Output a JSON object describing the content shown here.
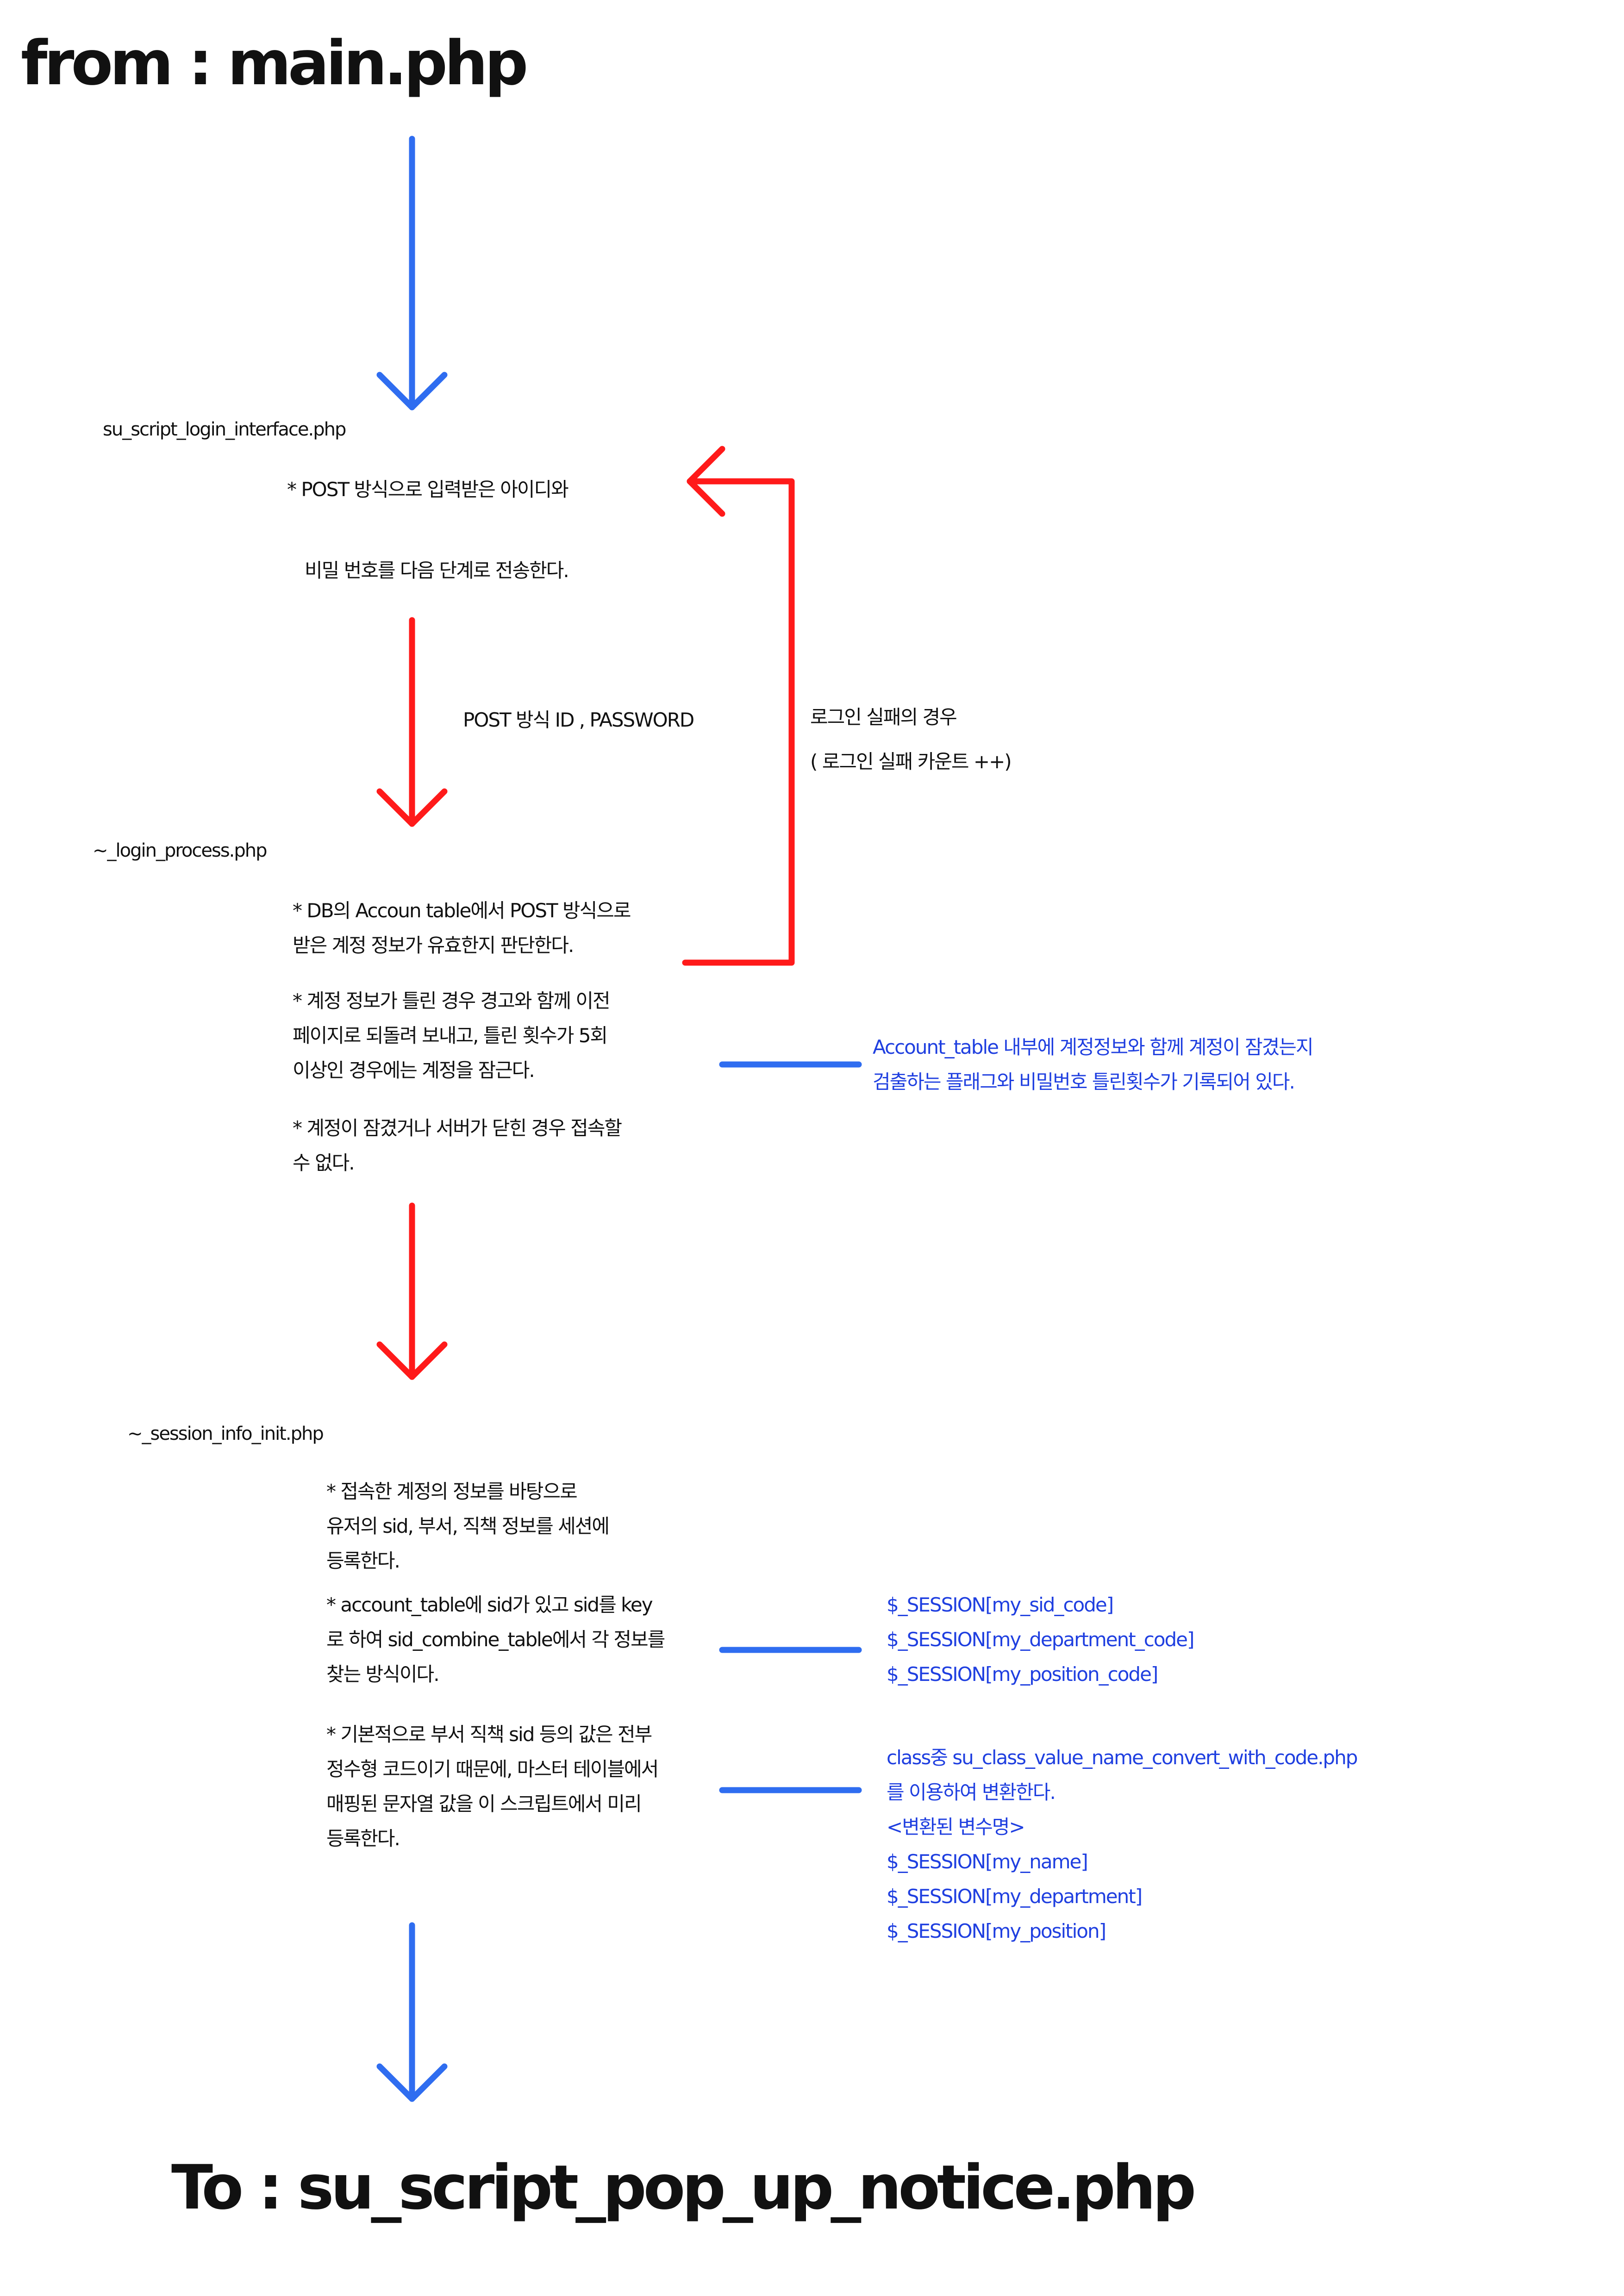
{
  "header": {
    "from": "from : main.php"
  },
  "step1": {
    "file": "su_script_login_interface.php",
    "desc_line1": "* POST 방식으로 입력받은 아이디와",
    "desc_line2": "비밀 번호를 다음 단계로 전송한다."
  },
  "transfer": {
    "label": "POST 방식 ID , PASSWORD"
  },
  "failure": {
    "label_line1": "로그인 실패의 경우",
    "label_line2": "( 로그인 실패 카운트 ++)"
  },
  "step2": {
    "file": "~_login_process.php",
    "note1": [
      "* DB의 Accoun table에서 POST 방식으로",
      "받은 계정 정보가 유효한지 판단한다."
    ],
    "note2": [
      "* 계정 정보가 틀린 경우 경고와 함께 이전",
      "페이지로 되돌려 보내고, 틀린 횟수가 5회",
      "이상인 경우에는 계정을 잠근다."
    ],
    "note3": [
      "* 계정이 잠겼거나 서버가 닫힌 경우 접속할",
      "수 없다."
    ],
    "side": [
      "Account_table 내부에 계정정보와 함께 계정이 잠겼는지",
      "검출하는 플래그와 비밀번호 틀린횟수가 기록되어 있다."
    ]
  },
  "step3": {
    "file": "~_session_info_init.php",
    "note1": [
      "* 접속한 계정의 정보를 바탕으로",
      "유저의 sid, 부서, 직책 정보를 세션에",
      "등록한다."
    ],
    "note2": [
      "* account_table에 sid가 있고 sid를 key",
      "로 하여 sid_combine_table에서 각 정보를",
      "찾는 방식이다."
    ],
    "note3": [
      "* 기본적으로 부서 직책 sid 등의 값은 전부",
      "정수형 코드이기 때문에, 마스터 테이블에서",
      "매핑된 문자열 값을 이 스크립트에서 미리",
      "등록한다."
    ],
    "side1": [
      "$_SESSION[my_sid_code]",
      "$_SESSION[my_department_code]",
      "$_SESSION[my_position_code]"
    ],
    "side2": [
      "class중 su_class_value_name_convert_with_code.php",
      "를 이용하여 변환한다.",
      "<변환된 변수명>",
      "$_SESSION[my_name]",
      "$_SESSION[my_department]",
      "$_SESSION[my_position]"
    ]
  },
  "footer": {
    "to": "To : su_script_pop_up_notice.php"
  },
  "colors": {
    "arrow_blue": "#2f6df0",
    "arrow_red": "#ff1a1a",
    "note_blue": "#1f3fe0",
    "text": "#111111"
  }
}
